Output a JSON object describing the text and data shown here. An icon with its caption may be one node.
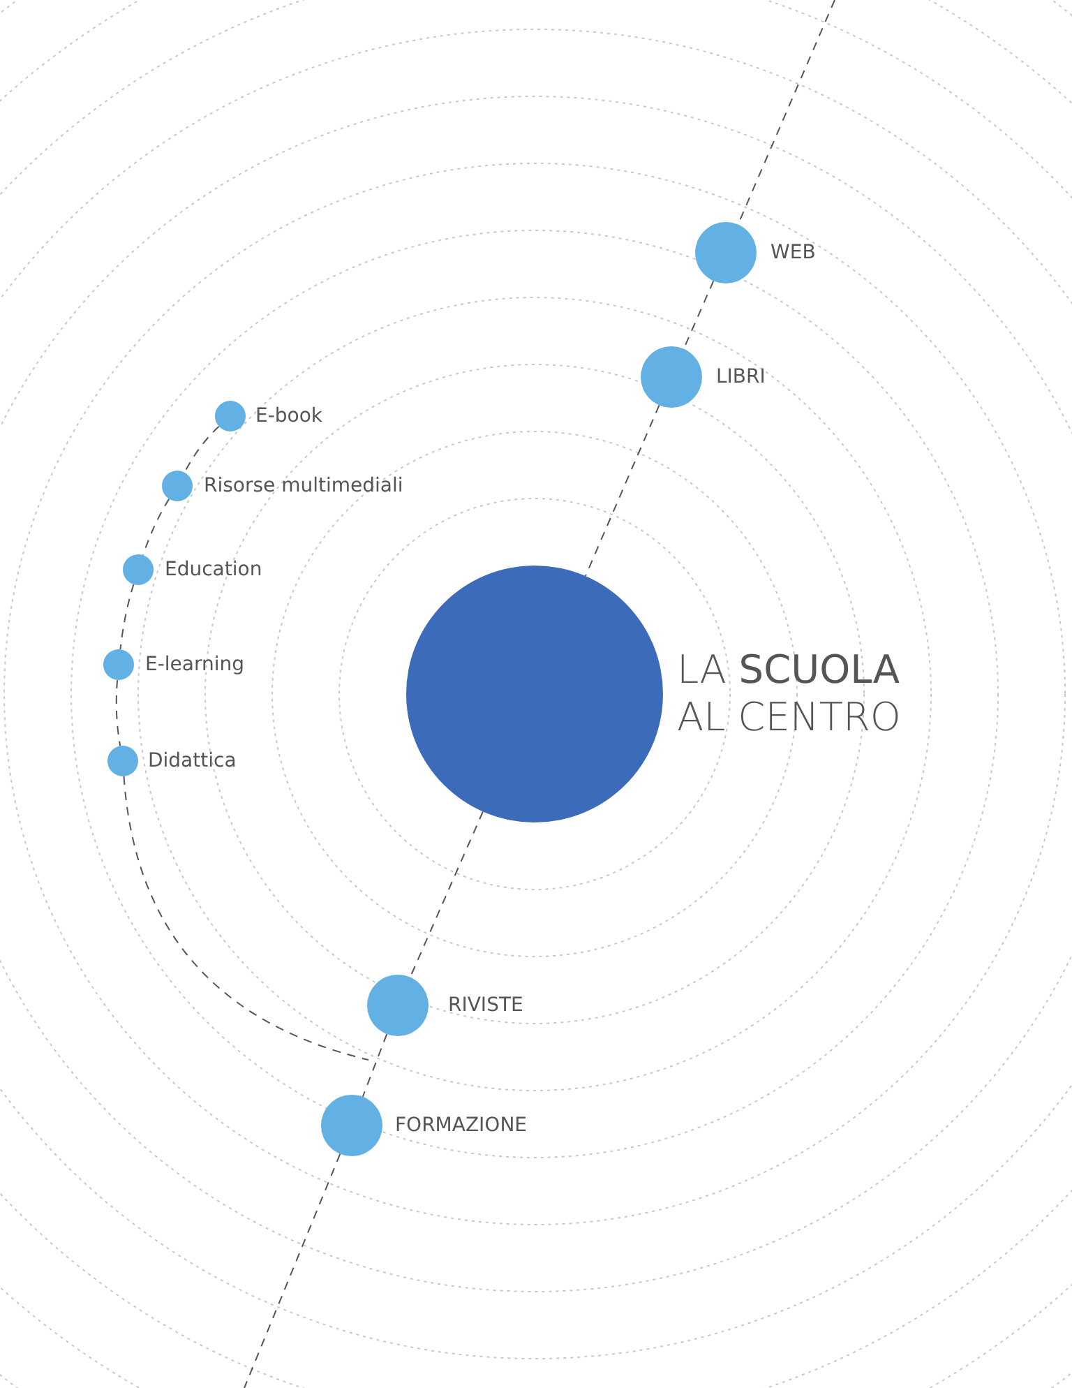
{
  "diagram": {
    "nodes": [
      {
        "text": [
          "WEB"
        ]
      },
      {
        "text": [
          "LIBRI"
        ]
      },
      {
        "text": [
          "E-book"
        ]
      },
      {
        "text": [
          "Risorse multimediali"
        ]
      },
      {
        "text": [
          "Education"
        ]
      },
      {
        "text": [
          "E-learning"
        ]
      },
      {
        "text": [
          "Didattica"
        ]
      },
      {
        "text": [
          "LA **SCUOLA** AL CENTRO"
        ]
      },
      {
        "text": [
          "RIVISTE"
        ]
      },
      {
        "text": [
          "FORMAZIONE"
        ]
      }
    ],
    "edges": [
      {
        "from": null,
        "to": 0,
        "arrow": "none",
        "style": "dashed"
      },
      {
        "from": 0,
        "to": 1,
        "arrow": "none",
        "style": "dashed"
      },
      {
        "from": 1,
        "to": 7,
        "arrow": "none",
        "style": "dashed"
      },
      {
        "from": 7,
        "to": 8,
        "arrow": "none",
        "style": "dashed"
      },
      {
        "from": 8,
        "to": 9,
        "arrow": "none",
        "style": "dashed"
      },
      {
        "from": 9,
        "to": null,
        "arrow": "none",
        "style": "dashed"
      },
      {
        "from": 2,
        "to": 3,
        "arrow": "none",
        "style": "dashed"
      },
      {
        "from": 3,
        "to": 4,
        "arrow": "none",
        "style": "dashed"
      },
      {
        "from": 4,
        "to": 5,
        "arrow": "none",
        "style": "dashed"
      },
      {
        "from": 5,
        "to": 6,
        "arrow": "none",
        "style": "dashed"
      },
      {
        "from": 6,
        "to": null,
        "arrow": "none",
        "style": "dashed"
      }
    ]
  }
}
